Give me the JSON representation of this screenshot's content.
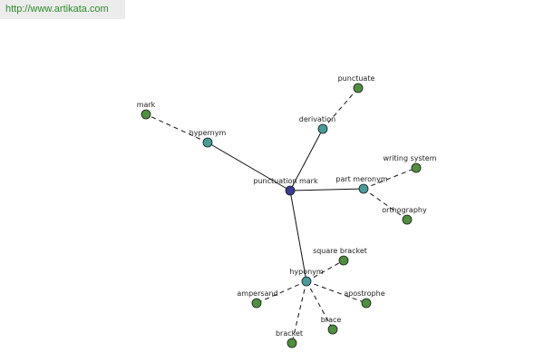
{
  "banner": {
    "url": "http://www.artikata.com"
  },
  "colors": {
    "center": "#3b3b8f",
    "relation": "#4a9a9a",
    "leaf": "#4f8f3f",
    "edge": "#111111"
  },
  "nodes": [
    {
      "id": "center",
      "label": "punctuation mark",
      "kind": "center"
    },
    {
      "id": "hypernym",
      "label": "hypernym",
      "kind": "relation"
    },
    {
      "id": "derivation",
      "label": "derivation",
      "kind": "relation"
    },
    {
      "id": "part_meronym",
      "label": "part meronym",
      "kind": "relation"
    },
    {
      "id": "hyponym",
      "label": "hyponym",
      "kind": "relation"
    },
    {
      "id": "mark",
      "label": "mark",
      "kind": "leaf"
    },
    {
      "id": "punctuate",
      "label": "punctuate",
      "kind": "leaf"
    },
    {
      "id": "writing_system",
      "label": "writing system",
      "kind": "leaf"
    },
    {
      "id": "orthography",
      "label": "orthography",
      "kind": "leaf"
    },
    {
      "id": "square_bracket",
      "label": "square bracket",
      "kind": "leaf"
    },
    {
      "id": "ampersand",
      "label": "ampersand",
      "kind": "leaf"
    },
    {
      "id": "apostrophe",
      "label": "apostrophe",
      "kind": "leaf"
    },
    {
      "id": "brace",
      "label": "brace",
      "kind": "leaf"
    },
    {
      "id": "bracket",
      "label": "bracket",
      "kind": "leaf"
    }
  ],
  "edges": [
    {
      "from": "center",
      "to": "hypernym",
      "style": "solid"
    },
    {
      "from": "center",
      "to": "derivation",
      "style": "solid"
    },
    {
      "from": "center",
      "to": "part_meronym",
      "style": "solid"
    },
    {
      "from": "center",
      "to": "hyponym",
      "style": "solid"
    },
    {
      "from": "hypernym",
      "to": "mark",
      "style": "dashed"
    },
    {
      "from": "derivation",
      "to": "punctuate",
      "style": "dashed"
    },
    {
      "from": "part_meronym",
      "to": "writing_system",
      "style": "dashed"
    },
    {
      "from": "part_meronym",
      "to": "orthography",
      "style": "dashed"
    },
    {
      "from": "hyponym",
      "to": "square_bracket",
      "style": "dashed"
    },
    {
      "from": "hyponym",
      "to": "ampersand",
      "style": "dashed"
    },
    {
      "from": "hyponym",
      "to": "apostrophe",
      "style": "dashed"
    },
    {
      "from": "hyponym",
      "to": "brace",
      "style": "dashed"
    },
    {
      "from": "hyponym",
      "to": "bracket",
      "style": "dashed"
    }
  ]
}
